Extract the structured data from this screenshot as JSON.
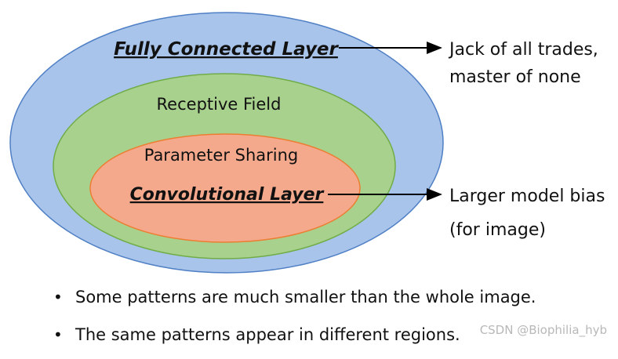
{
  "diagram": {
    "outer_ellipse": {
      "label": "Fully Connected Layer",
      "fill": "#a9c4ea",
      "stroke": "#4f7fc4"
    },
    "middle_ellipse": {
      "label": "Receptive Field",
      "fill": "#a9d18e",
      "stroke": "#70ad47"
    },
    "inner_ellipse": {
      "label_top": "Parameter Sharing",
      "label_bottom": "Convolutional Layer",
      "fill": "#f4a98d",
      "stroke": "#ed7d31"
    },
    "annotations": [
      {
        "line1": "Jack of all trades,",
        "line2": "master of none"
      },
      {
        "line1": "Larger model bias",
        "line2": "(for image)"
      }
    ]
  },
  "bullets": [
    "Some patterns are much smaller than the whole image.",
    "The same patterns appear in different regions."
  ],
  "watermark": "CSDN @Biophilia_hyb"
}
